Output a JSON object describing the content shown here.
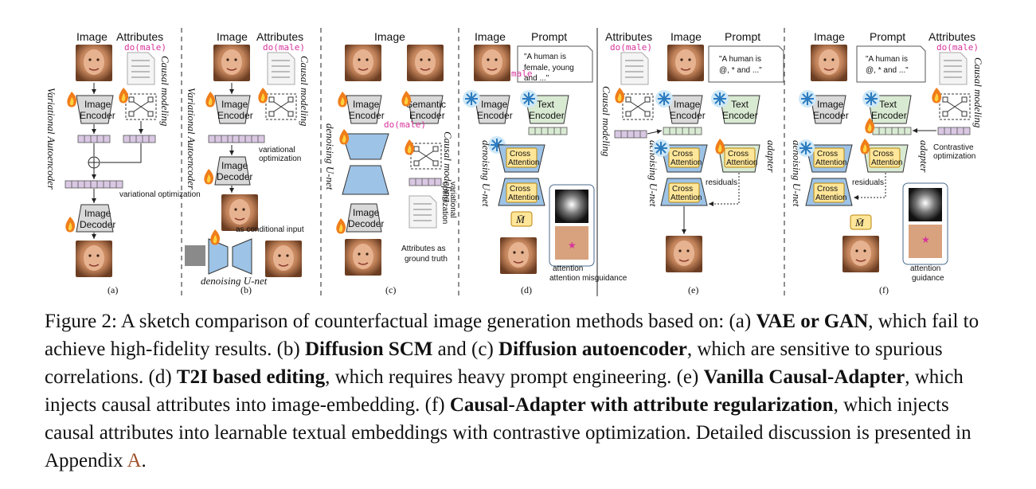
{
  "panels": [
    {
      "id": "a",
      "sub": "(a)",
      "headers": [
        "Image",
        "Attributes"
      ],
      "do": "do(male)",
      "side_italic": "Variational Autoencoder",
      "causal": "Causal modeling",
      "encoder": "Image Encoder",
      "decoder": "Image Decoder",
      "note": "variational optimization"
    },
    {
      "id": "b",
      "sub": "(b)",
      "headers": [
        "Image",
        "Attributes"
      ],
      "do": "do(male)",
      "side_italic": "Variational Autoencoder",
      "causal": "Causal modeling",
      "encoder": "Image Encoder",
      "decoder": "Image Decoder",
      "note": "variational optimization",
      "note2": "as conditional input",
      "unet": "denoising U-net"
    },
    {
      "id": "c",
      "sub": "(c)",
      "headers": [
        "Image"
      ],
      "do": "do(male)",
      "side_italic": "denoising U-net",
      "causal": "Causal modeling",
      "encoder": "Image Encoder",
      "encoder2": "Semantic Encoder",
      "decoder": "Image Decoder",
      "note": "variational optimization",
      "note2": "Attributes as ground truth"
    },
    {
      "id": "d",
      "sub": "(d)",
      "headers": [
        "Image",
        "Prompt"
      ],
      "prompt": "\"A human is female, young and ...\"",
      "edit": "male",
      "encoder": "Image Encoder",
      "encoder2": "Text Encoder",
      "ca": "Cross Attention",
      "unet": "denoising U-net",
      "m": "M̄",
      "note": "attention misguidance"
    },
    {
      "id": "e",
      "sub": "(e)",
      "headers": [
        "Attributes",
        "Image",
        "Prompt"
      ],
      "do": "do(male)",
      "prompt": "\"A human is @, * and ...\"",
      "causal": "Causal modeling",
      "encoder": "Image Encoder",
      "encoder2": "Text Encoder",
      "ca": "Cross Attention",
      "unet": "denoising U-net",
      "adapter": "adapter",
      "note": "residuals"
    },
    {
      "id": "f",
      "sub": "(f)",
      "headers": [
        "Image",
        "Prompt",
        "Attributes"
      ],
      "do": "do(male)",
      "prompt": "\"A human is @, * and ...\"",
      "causal": "Causal modeling",
      "encoder": "Image Encoder",
      "encoder2": "Text Encoder",
      "ca": "Cross Attention",
      "unet": "denoising U-net",
      "adapter": "adapter",
      "note": "residuals",
      "note2": "Contrastive optimization",
      "m": "M̄",
      "note3": "attention guidance"
    }
  ],
  "caption": {
    "prefix": "Figure 2: A sketch comparison of counterfactual image generation methods based on: (a) ",
    "b1": "VAE or GAN",
    "t1": ", which fail to achieve high-fidelity results. (b) ",
    "b2": "Diffusion SCM",
    "t2": " and (c) ",
    "b3": "Diffusion autoencoder",
    "t3": ", which are sensitive to spurious correlations. (d) ",
    "b4": "T2I based editing",
    "t4": ", which requires heavy prompt engineering. (e) ",
    "b5": "Vanilla Causal-Adapter",
    "t5": ", which injects causal attributes into image-embedding. (f) ",
    "b6": "Causal-Adapter with attribute regularization",
    "t6": ", which injects causal attributes into learnable textual embeddings with contrastive optimization. Detailed discussion is presented in Appendix ",
    "link": "A",
    "t7": "."
  },
  "colors": {
    "encoder": "#d9d9d9",
    "unet": "#9dc3e6",
    "cross": "#ffe699",
    "text_enc": "#d9ead3",
    "token": "#d9c7e3",
    "do": "#d6339b",
    "face": "#c88a5d"
  }
}
